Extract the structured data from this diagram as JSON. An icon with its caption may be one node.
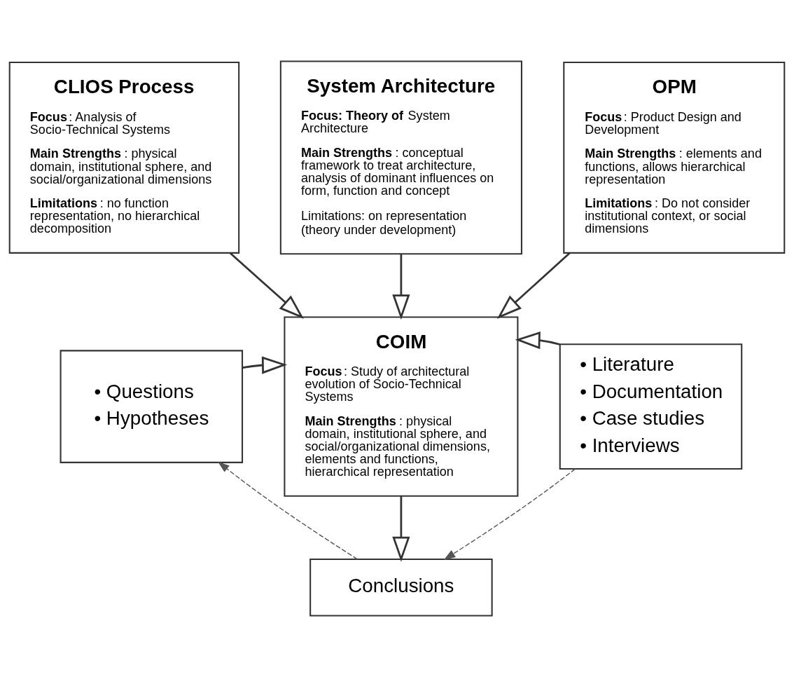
{
  "diagram": {
    "nodes": [
      {
        "text": [
          "CLIOS Process",
          "**Focus**: Analysis of Socio-Technical Systems",
          "**Main Strengths**: physical domain, institutional sphere, and social/organizational dimensions",
          "**Limitations**: no function representation, no hierarchical decomposition"
        ]
      },
      {
        "text": [
          "System Architecture",
          "**Focus: Theory of** System Architecture",
          "**Main Strengths**: conceptual framework to treat architecture, analysis of dominant influences on form, function and concept",
          "Limitations: on representation (theory under development)"
        ]
      },
      {
        "text": [
          "OPM",
          "**Focus**: Product Design and Development",
          "**Main Strengths**: elements and functions, allows hierarchical representation",
          "**Limitations**: Do not consider institutional context, or social dimensions"
        ]
      },
      {
        "text": [
          "• Questions",
          "• Hypotheses"
        ]
      },
      {
        "text": [
          "COIM",
          "**Focus**: Study of architectural evolution of Socio-Technical Systems",
          "**Main Strengths**: physical domain, institutional sphere, and social/organizational dimensions, elements and functions, hierarchical representation"
        ]
      },
      {
        "text": [
          "• Literature",
          "• Documentation",
          "• Case studies",
          "• Interviews"
        ]
      },
      {
        "text": [
          "Conclusions"
        ]
      }
    ],
    "edges": [
      {
        "from": 0,
        "to": 4,
        "arrow": "to"
      },
      {
        "from": 1,
        "to": 4,
        "arrow": "to"
      },
      {
        "from": 2,
        "to": 4,
        "arrow": "to"
      },
      {
        "from": 3,
        "to": 4,
        "arrow": "to"
      },
      {
        "from": 5,
        "to": 4,
        "arrow": "to"
      },
      {
        "from": 4,
        "to": 6,
        "arrow": "to"
      },
      {
        "from": 6,
        "to": 3,
        "arrow": "to",
        "style": "dashed"
      },
      {
        "from": 5,
        "to": 6,
        "arrow": "to",
        "style": "dashed"
      }
    ]
  }
}
